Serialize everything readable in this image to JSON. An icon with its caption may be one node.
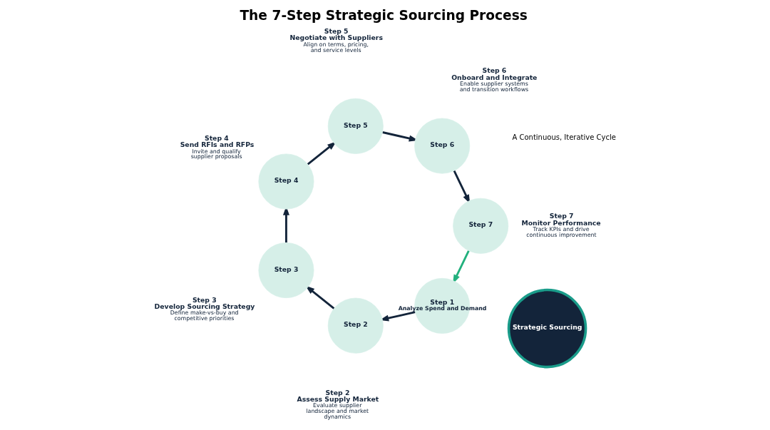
{
  "diagram": {
    "title": "The 7-Step Strategic Sourcing Process",
    "nodes": [
      {
        "text": [
          "Step 1",
          "Analyze Spend and Demand"
        ]
      },
      {
        "text": [
          "Step 2"
        ],
        "beside": [
          "Step 2",
          "Assess Supply Market",
          "Evaluate supplier landscape and market dynamics"
        ]
      },
      {
        "text": [
          "Step 3"
        ],
        "beside": [
          "Step 3",
          "Develop Sourcing Strategy",
          "Define make-vs-buy and competitive priorities"
        ]
      },
      {
        "text": [
          "Step 4"
        ],
        "beside": [
          "Step 4",
          "Send RFIs and RFPs",
          "Invite and qualify supplier proposals"
        ]
      },
      {
        "text": [
          "Step 5"
        ],
        "beside": [
          "Step 5",
          "Negotiate with Suppliers",
          "Align on terms, pricing, and service levels"
        ]
      },
      {
        "text": [
          "Step 6"
        ],
        "beside": [
          "Step 6",
          "Onboard and Integrate",
          "Enable supplier systems and transition workflows"
        ]
      },
      {
        "text": [
          "Step 7"
        ],
        "beside": [
          "Step 7",
          "Monitor Performance",
          "Track KPIs and drive continuous improvement"
        ]
      },
      {
        "text": [
          "Strategic Sourcing"
        ]
      }
    ],
    "edges": [
      {
        "from": 0,
        "to": 1,
        "arrow": "to"
      },
      {
        "from": 1,
        "to": 2,
        "arrow": "to"
      },
      {
        "from": 2,
        "to": 3,
        "arrow": "to"
      },
      {
        "from": 3,
        "to": 4,
        "arrow": "to"
      },
      {
        "from": 4,
        "to": 5,
        "arrow": "to"
      },
      {
        "from": 5,
        "to": 6,
        "arrow": "to"
      },
      {
        "from": 6,
        "to": 0,
        "arrow": "to",
        "color": "#22b07d"
      }
    ],
    "labels": [
      "A Continuous, Iterative Cycle"
    ]
  }
}
